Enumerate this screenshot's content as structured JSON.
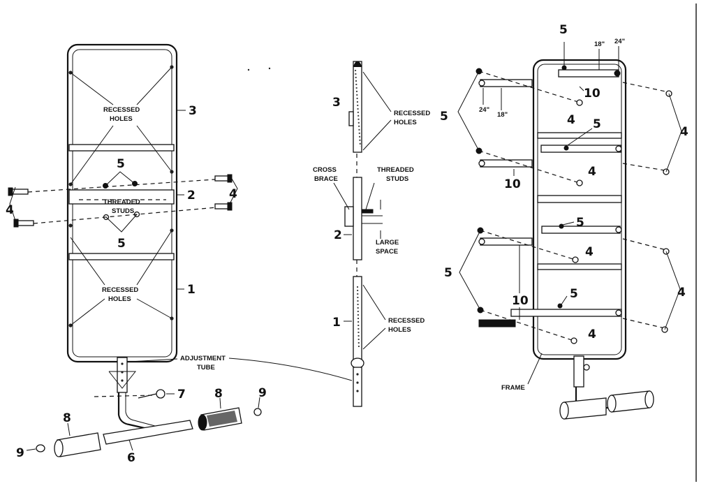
{
  "labels": {
    "recessed_holes": "RECESSED",
    "recessed_holes_2": "HOLES",
    "threaded_studs": "THREADED",
    "threaded_studs_2": "STUDS",
    "cross_brace": "CROSS",
    "cross_brace_2": "BRACE",
    "large_space": "LARGE",
    "large_space_2": "SPACE",
    "adjustment_tube": "ADJUSTMENT",
    "adjustment_tube_2": "TUBE",
    "frame": "FRAME",
    "dim_24": "24\"",
    "dim_18": "18\""
  },
  "part_numbers": {
    "p1": "1",
    "p2": "2",
    "p3": "3",
    "p4": "4",
    "p5": "5",
    "p6": "6",
    "p7": "7",
    "p8": "8",
    "p9": "9",
    "p10": "10"
  }
}
